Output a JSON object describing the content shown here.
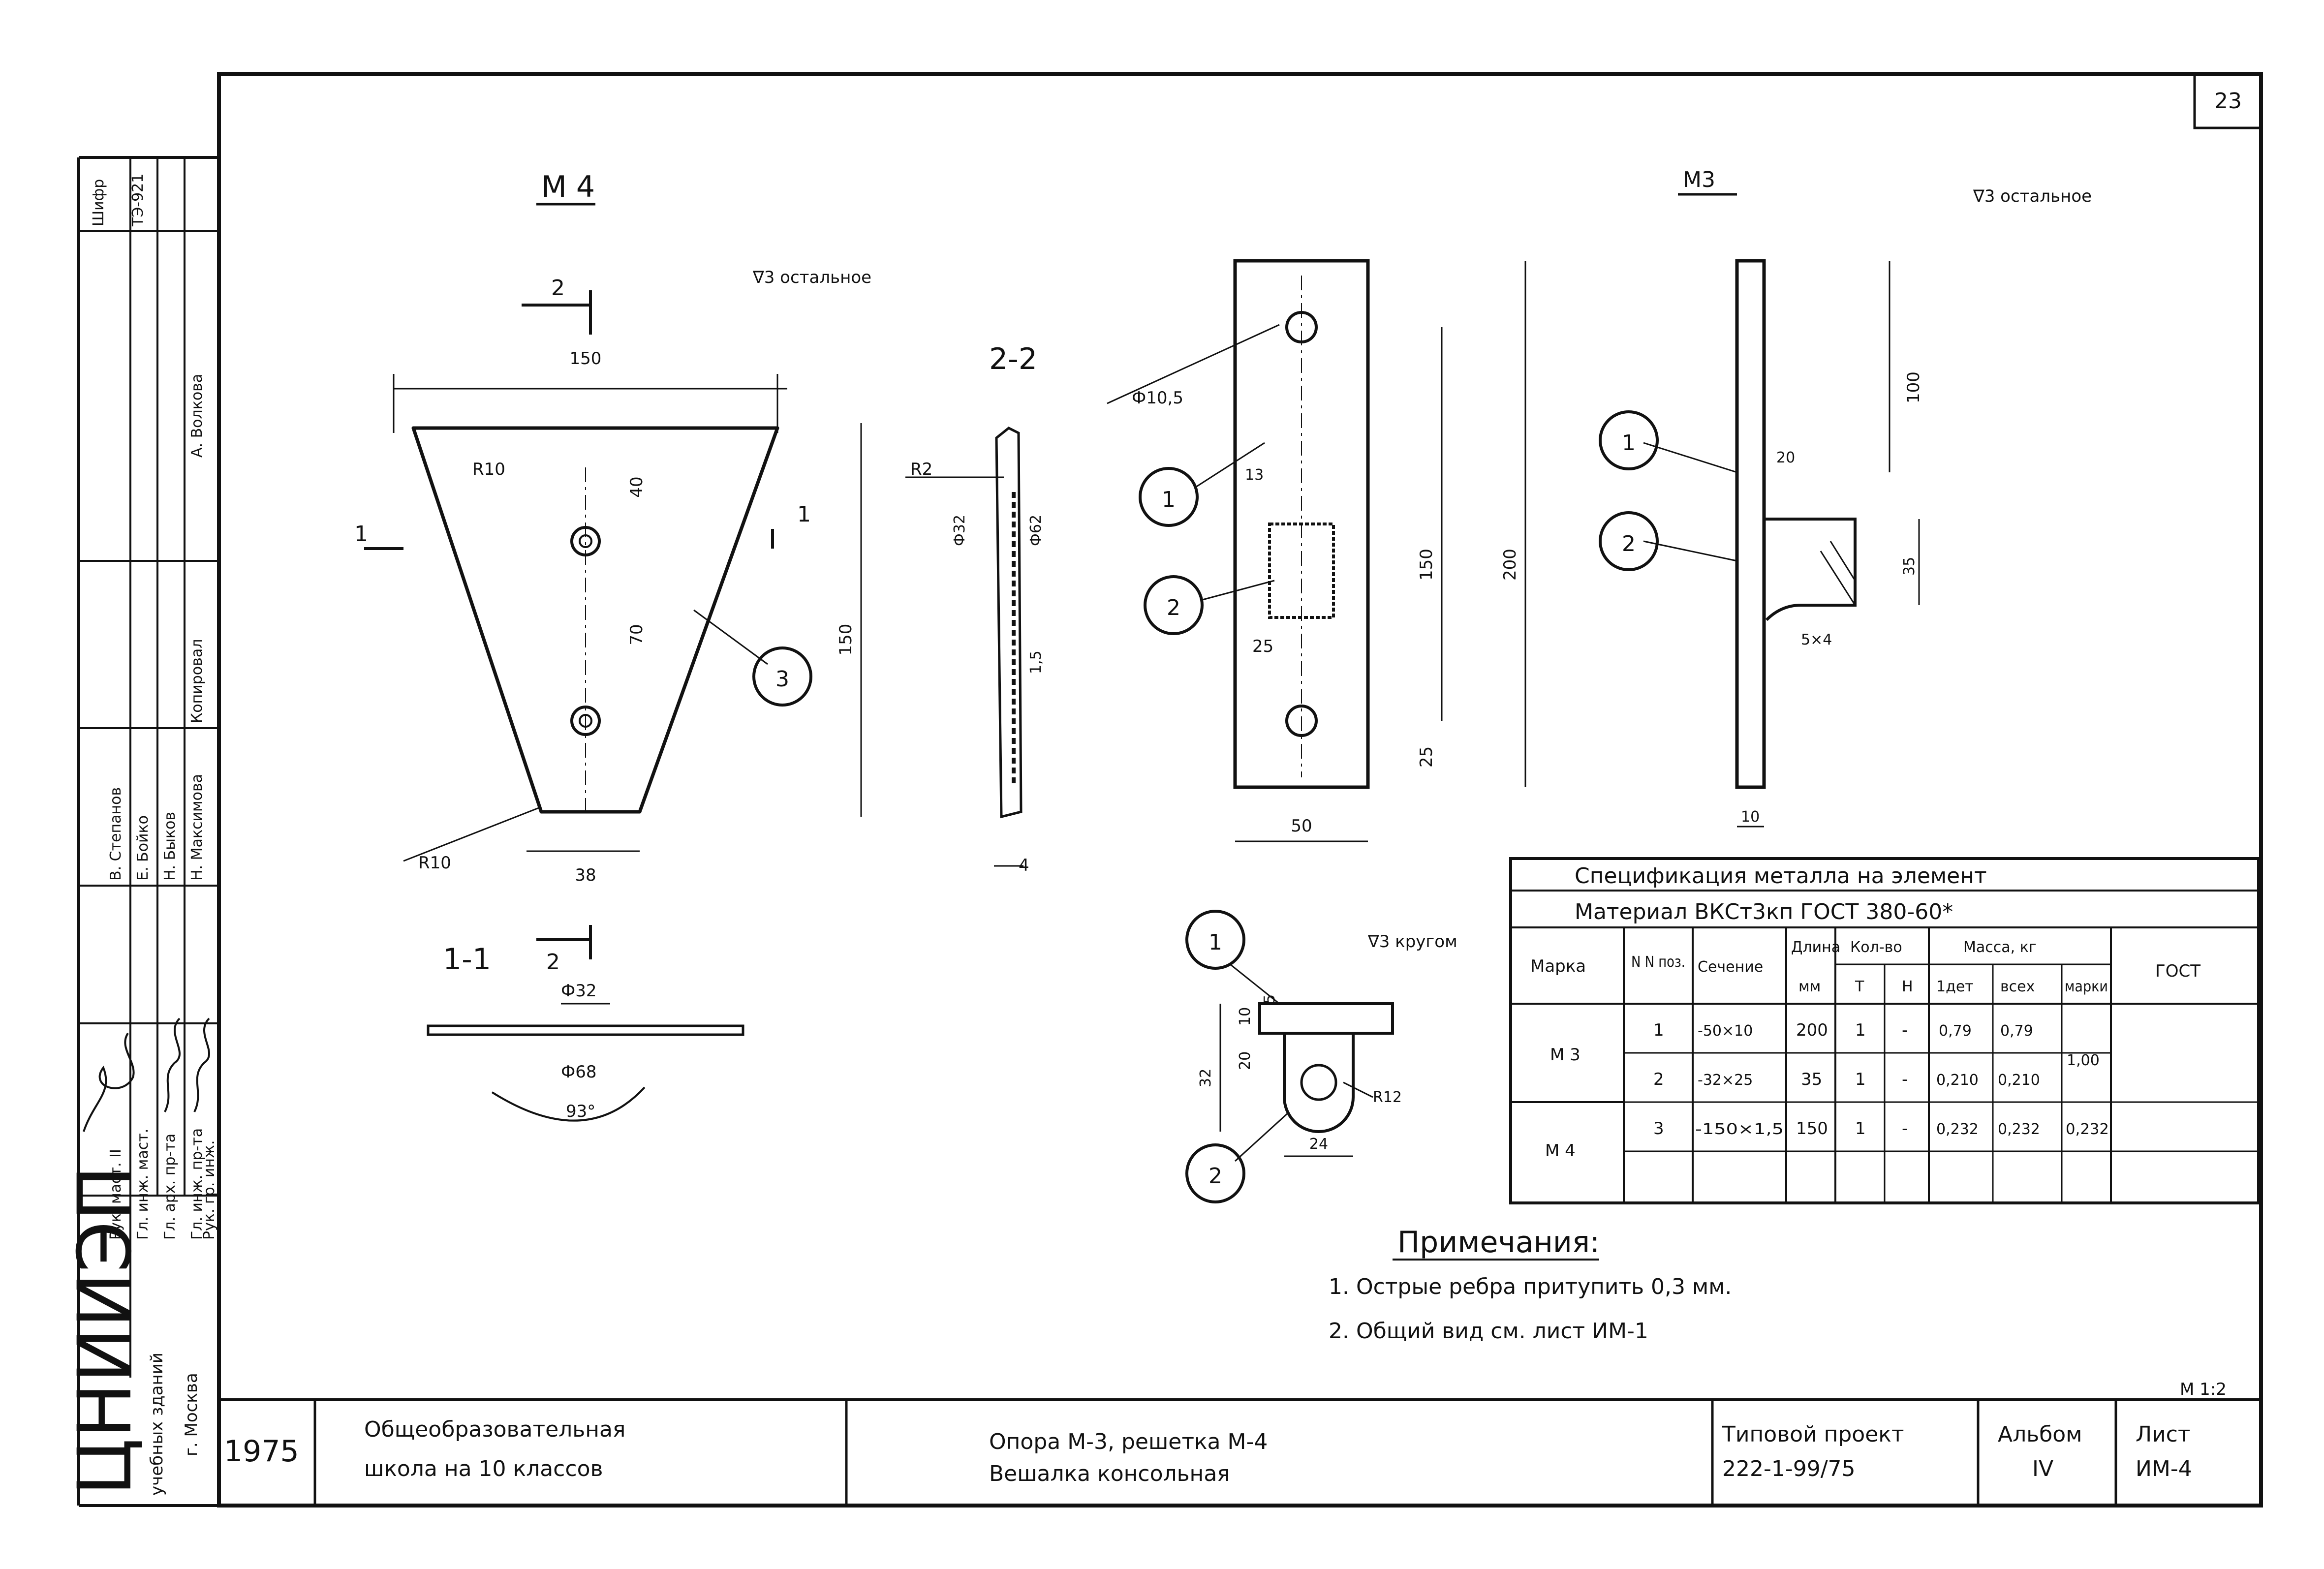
{
  "sheet": {
    "page_number": "23",
    "scale": "М 1:2"
  },
  "views": {
    "m4_title": "М 4",
    "m4_finish": "∇3 остальное",
    "m3_title": "М3",
    "m3_finish": "∇3 остальное",
    "section_22": "2-2",
    "section_11": "1-1",
    "section_arrow": "2",
    "section_mark": "1",
    "detail_finish": "∇3 кругом"
  },
  "dimensions": {
    "m4_width": "150",
    "m4_height": "150",
    "m4_bottom": "38",
    "m4_hole_top": "40",
    "m4_hole_gap": "70",
    "r10_top": "R10",
    "r10_bottom": "R10",
    "r2": "R2",
    "thk_32": "Ф32",
    "thk_62": "Ф62",
    "thk_15": "1,5",
    "thk_4": "4",
    "s11_d32": "Ф32",
    "s11_d68": "Ф68",
    "s11_angle": "93°",
    "m3_hole": "Ф10,5",
    "m3_13": "13",
    "m3_25a": "25",
    "m3_150": "150",
    "m3_200": "200",
    "m3_25b": "25",
    "m3_50": "50",
    "side_100": "100",
    "side_20": "20",
    "side_35": "35",
    "side_5x4": "5×4",
    "side_10": "10",
    "det_10": "10",
    "det_5": "5",
    "det_20": "20",
    "det_32": "32",
    "det_r12": "R12",
    "det_24": "24"
  },
  "balloons": {
    "b1": "1",
    "b2": "2",
    "b3": "3"
  },
  "spec": {
    "title": "Спецификация металла на элемент",
    "material": "Материал  ВКСт3кп   ГОСТ  380-60*",
    "headers": {
      "mark": "Марка",
      "pos": "N N поз.",
      "section": "Сечение",
      "length": "Длина",
      "length_unit": "мм",
      "qty": "Кол-во",
      "qty_t": "Т",
      "qty_n": "Н",
      "mass": "Масса, кг",
      "mass_1": "1дет",
      "mass_all": "всех",
      "mass_mark": "марки",
      "gost": "ГОСТ"
    },
    "rows": [
      {
        "mark": "М 3",
        "pos": "1",
        "section": "-50×10",
        "length": "200",
        "qty_t": "1",
        "qty_n": "-",
        "mass_1": "0,79",
        "mass_all": "0,79",
        "mass_mark": "1,00"
      },
      {
        "mark": "",
        "pos": "2",
        "section": "-32×25",
        "length": "35",
        "qty_t": "1",
        "qty_n": "-",
        "mass_1": "0,210",
        "mass_all": "0,210",
        "mass_mark": ""
      },
      {
        "mark": "М 4",
        "pos": "3",
        "section": "-150×1,5",
        "length": "150",
        "qty_t": "1",
        "qty_n": "-",
        "mass_1": "0,232",
        "mass_all": "0,232",
        "mass_mark": "0,232"
      }
    ]
  },
  "notes": {
    "title": "Примечания:",
    "items": [
      "1. Острые ребра притупить 0,3 мм.",
      "2. Общий вид см. лист ИМ-1"
    ]
  },
  "title_block": {
    "year": "1975",
    "object_1": "Общеобразовательная",
    "object_2": "школа на 10 классов",
    "name_1": "Опора М-3, решетка М-4",
    "name_2": "Вешалка консольная",
    "project_label": "Типовой проект",
    "project_number": "222-1-99/75",
    "album_label": "Альбом",
    "album_number": "IV",
    "sheet_label": "Лист",
    "sheet_number": "ИМ-4"
  },
  "side_stamp": {
    "org": "ЦНИИЭП",
    "org_sub": "учебных зданий",
    "city": "г. Москва",
    "cipher_label": "Шифр",
    "cipher": "ТЭ-921",
    "roles": [
      "Рук. маст. II",
      "Гл. инж. маст.",
      "Гл. арх. пр-та",
      "Гл. инж. пр-та",
      "Рук. гр. инж."
    ],
    "names": [
      "В. Степанов",
      "Е. Бойко",
      "Н. Быков",
      "Н. Максимова",
      "Копировал",
      "А. Волкова"
    ]
  }
}
